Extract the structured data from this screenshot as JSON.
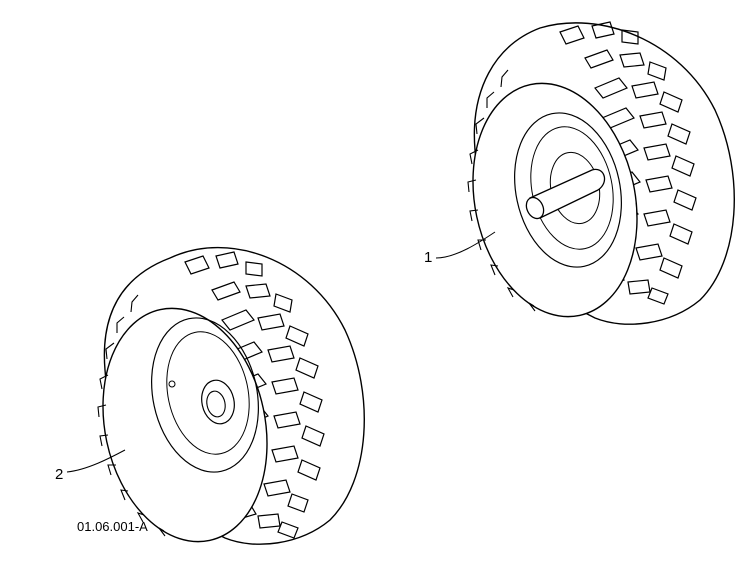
{
  "diagram": {
    "parts": [
      {
        "callout": "1",
        "description_visible": false
      },
      {
        "callout": "2",
        "description_visible": false
      }
    ],
    "figure_id": "01.06.001-A",
    "line_color": "#000000",
    "background_color": "#ffffff"
  }
}
